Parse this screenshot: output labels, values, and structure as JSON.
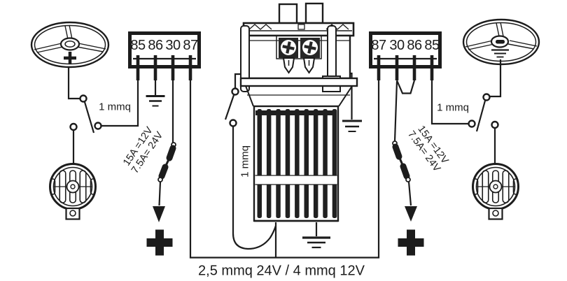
{
  "left_relay": {
    "terminals": [
      "85",
      "86",
      "30",
      "87"
    ]
  },
  "right_relay": {
    "terminals": [
      "87",
      "30",
      "86",
      "85"
    ]
  },
  "labels": {
    "left_switch_wire": "1 mmq",
    "right_switch_wire": "1 mmq",
    "compressor_wire": "1 mmq",
    "bottom_wire": "2,5 mmq 24V / 4 mmq 12V"
  },
  "left_fuse": {
    "line1": "15A =12V",
    "line2": "7.5A= 24V"
  },
  "right_fuse": {
    "line1": "15A =12V",
    "line2": "7.5A= 24V"
  },
  "colors": {
    "line": "#1c1c1c",
    "background": "#ffffff"
  }
}
